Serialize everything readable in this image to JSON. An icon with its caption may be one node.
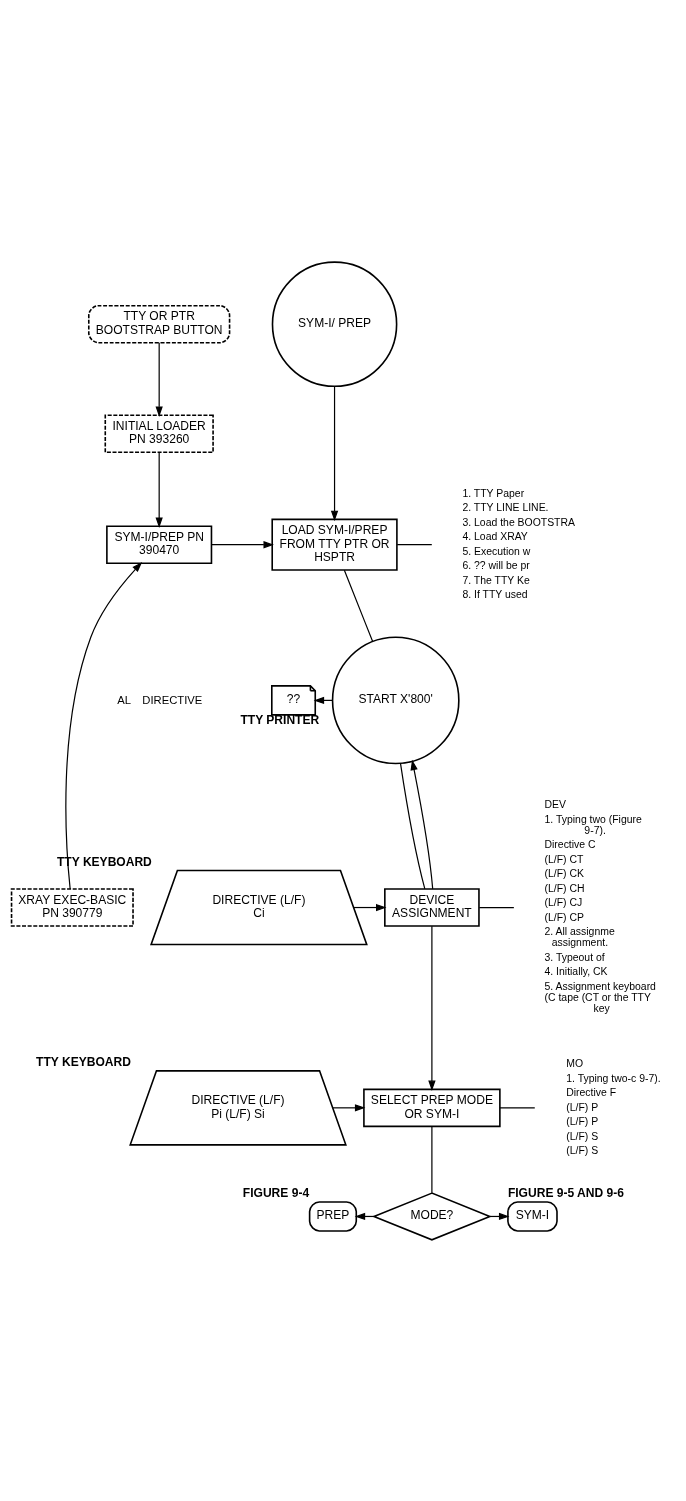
{
  "diagram": {
    "nodes": [
      {
        "text": [
          "TTY OR PTR BOOTSTRAP BUTTON"
        ]
      },
      {
        "text": [
          "SYM-I/ PREP"
        ]
      },
      {
        "text": [
          "INITIAL LOADER PN 393260"
        ]
      },
      {
        "text": [
          "SYM-I/PREP PN 390470"
        ]
      },
      {
        "text": [
          "LOAD SYM-I/PREP FROM TTY PTR OR HSPTR"
        ]
      },
      {
        "text": [
          "XRAY EXEC-BASIC PN 390779"
        ]
      },
      {
        "text": [
          "??"
        ],
        "beside": [
          "TTY PRINTER"
        ]
      },
      {
        "text": [
          "START X'800'"
        ]
      },
      {
        "text": [
          "DIRECTIVE (L/F) Ci"
        ],
        "beside": [
          "TTY KEYBOARD"
        ]
      },
      {
        "text": [
          "DEVICE ASSIGNMENT"
        ]
      },
      {
        "text": [
          "DIRECTIVE (L/F) Pi (L/F) Si"
        ],
        "beside": [
          "TTY KEYBOARD"
        ]
      },
      {
        "text": [
          "SELECT PREP MODE OR SYM-I"
        ]
      },
      {
        "text": [
          "MODE?"
        ]
      },
      {
        "text": [
          "PREP"
        ],
        "beside": [
          "FIGURE 9-4"
        ]
      },
      {
        "text": [
          "SYM-I"
        ],
        "beside": [
          "FIGURE 9-5 AND 9-6"
        ]
      }
    ],
    "edges": [
      {
        "from": 0,
        "to": 2,
        "arrow": "to"
      },
      {
        "from": 2,
        "to": 3,
        "arrow": "to"
      },
      {
        "from": 5,
        "to": 3,
        "arrow": "to"
      },
      {
        "from": 3,
        "to": 4,
        "arrow": "to"
      },
      {
        "from": 1,
        "to": 4,
        "arrow": "to"
      },
      {
        "from": 4,
        "to": 7,
        "arrow": "none"
      },
      {
        "from": 7,
        "to": 6,
        "arrow": "to"
      },
      {
        "from": 7,
        "to": 9,
        "arrow": "none"
      },
      {
        "from": 8,
        "to": 9,
        "arrow": "to"
      },
      {
        "from": 9,
        "to": 7,
        "arrow": "to"
      },
      {
        "from": 9,
        "to": 11,
        "arrow": "to"
      },
      {
        "from": 10,
        "to": 11,
        "arrow": "to"
      },
      {
        "from": 11,
        "to": 12,
        "arrow": "none"
      },
      {
        "from": 12,
        "to": 13,
        "arrow": "to"
      },
      {
        "from": 12,
        "to": 14,
        "arrow": "to"
      },
      {
        "from": 4,
        "to": null,
        "arrow": "none"
      },
      {
        "from": 9,
        "to": null,
        "arrow": "none"
      },
      {
        "from": 11,
        "to": null,
        "arrow": "none"
      }
    ],
    "labels": [
      "AL",
      "DIRECTIVE",
      "1. TTY Paper",
      "2. TTY LINE LINE.",
      "3. Load the BOOTSTRA",
      "4. Load XRAY",
      "5. Execution w",
      "6. ?? will be pr",
      "7. The TTY Ke",
      "8. If TTY used",
      "DEV",
      "1. Typing two (Figure 9-7).",
      "Directive C",
      "(L/F) CT",
      "(L/F) CK",
      "(L/F) CH",
      "(L/F) CJ",
      "(L/F) CP",
      "2. All assignme assignment.",
      "3. Typeout of",
      "4. Initially, CK",
      "5. Assignment keyboard (C tape (CT or the TTY key",
      "MO",
      "1. Typing two-c 9-7).",
      "Directive F",
      "(L/F) P",
      "(L/F) P",
      "(L/F) S",
      "(L/F) S"
    ]
  }
}
